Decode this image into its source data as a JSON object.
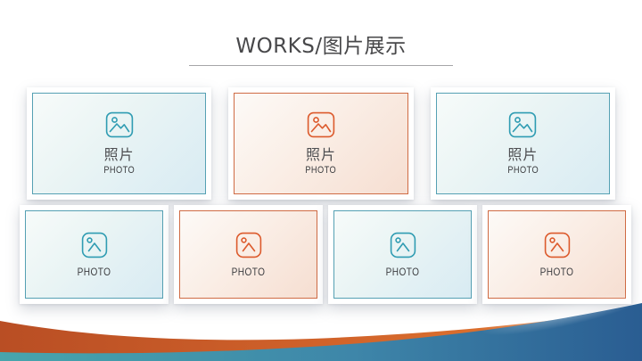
{
  "title": "WORKS/图片展示",
  "top_row": [
    {
      "theme": "teal",
      "icon": "photo-icon",
      "label_cn": "照片",
      "label_en": "PHOTO"
    },
    {
      "theme": "orange",
      "icon": "photo-icon",
      "label_cn": "照片",
      "label_en": "PHOTO"
    },
    {
      "theme": "teal",
      "icon": "photo-icon",
      "label_cn": "照片",
      "label_en": "PHOTO"
    }
  ],
  "bottom_row": [
    {
      "theme": "teal",
      "icon": "photo-icon",
      "label_en": "PHOTO"
    },
    {
      "theme": "orange",
      "icon": "photo-icon",
      "label_en": "PHOTO"
    },
    {
      "theme": "teal",
      "icon": "photo-icon",
      "label_en": "PHOTO"
    },
    {
      "theme": "orange",
      "icon": "photo-icon",
      "label_en": "PHOTO"
    }
  ],
  "colors": {
    "teal_border": "#55a0b3",
    "teal_icon": "#2f9cb2",
    "orange_border": "#cf6b44",
    "orange_icon": "#dc5a2c",
    "title_text": "#48484a",
    "wave_orange_left": "#b94e24",
    "wave_orange_right": "#e47b31",
    "wave_blue_left": "#47a5ac",
    "wave_blue_right": "#2a5d92"
  }
}
